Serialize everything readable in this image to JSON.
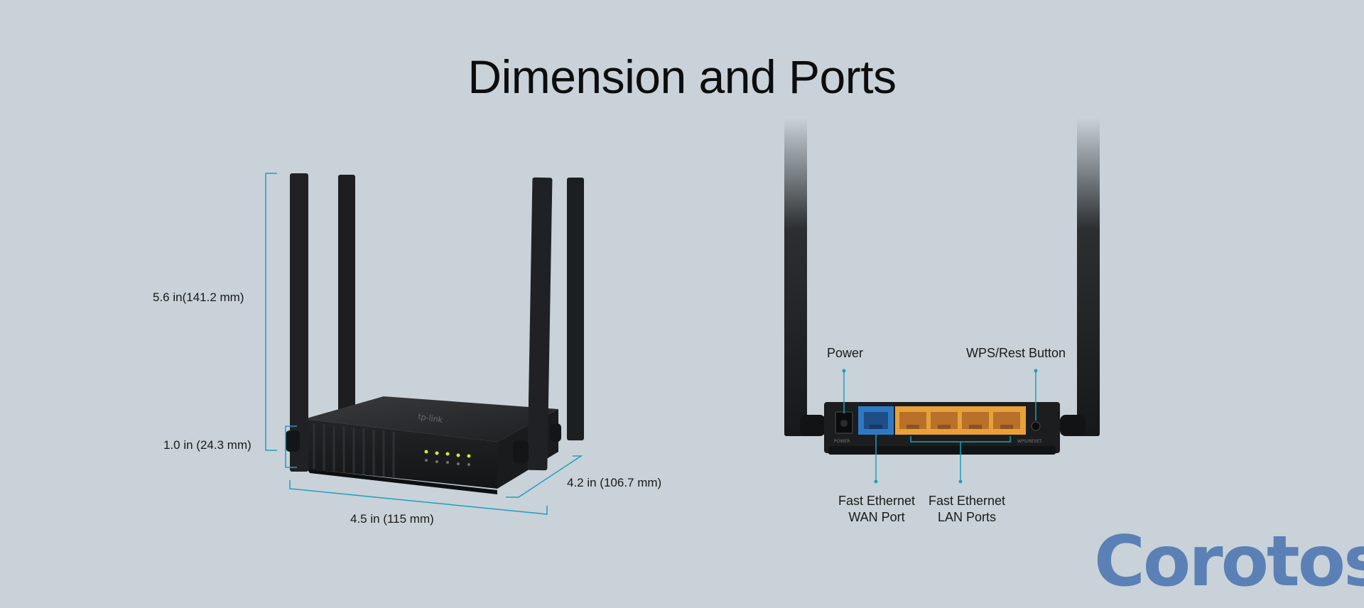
{
  "title": "Dimension and Ports",
  "dimensions": {
    "height": "5.6 in(141.2 mm)",
    "base_height": "1.0 in (24.3 mm)",
    "width": "4.5 in (115 mm)",
    "depth": "4.2 in (106.7 mm)"
  },
  "ports": {
    "power": "Power",
    "wps": "WPS/Rest Button",
    "wan_line1": "Fast Ethernet",
    "wan_line2": "WAN Port",
    "lan_line1": "Fast Ethernet",
    "lan_line2": "LAN Ports"
  },
  "watermark": "Corotos",
  "colors": {
    "background": "#c8d2d8",
    "dimension_line": "#1f9fbd",
    "wan_port": "#2f79c4",
    "lan_port": "#e8a13a",
    "watermark": "#5b80b5"
  }
}
